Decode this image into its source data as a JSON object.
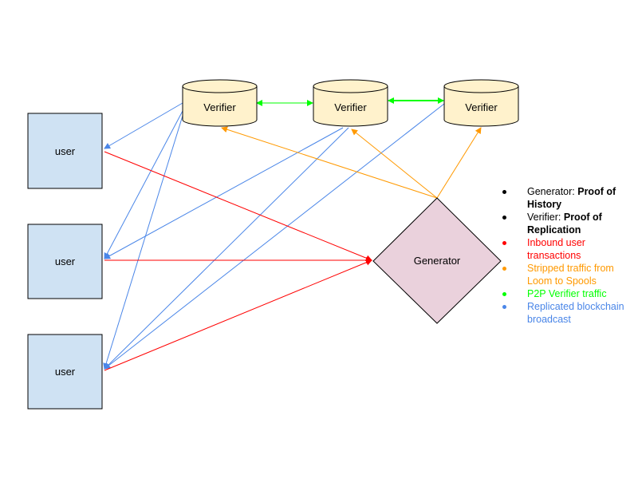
{
  "nodes": {
    "users": [
      "user",
      "user",
      "user"
    ],
    "verifiers": [
      "Verifier",
      "Verifier",
      "Verifier"
    ],
    "generator": "Generator"
  },
  "legend": [
    {
      "color": "#000000",
      "prefix": "Generator: ",
      "bold": "Proof of History"
    },
    {
      "color": "#000000",
      "prefix": "Verifier: ",
      "bold": "Proof of Replication"
    },
    {
      "color": "#ff0000",
      "prefix": "Inbound user transactions",
      "bold": ""
    },
    {
      "color": "#ff9900",
      "prefix": "Stripped traffic from Loom to Spools",
      "bold": ""
    },
    {
      "color": "#00ff00",
      "prefix": "P2P Verifier traffic",
      "bold": ""
    },
    {
      "color": "#4a86e8",
      "prefix": "Replicated blockchain broadcast",
      "bold": ""
    }
  ],
  "colors": {
    "user_fill": "#cfe2f3",
    "verifier_fill": "#fff2cc",
    "generator_fill": "#ead1dc",
    "red": "#ff0000",
    "orange": "#ff9900",
    "green": "#00ff00",
    "blue": "#4a86e8"
  }
}
